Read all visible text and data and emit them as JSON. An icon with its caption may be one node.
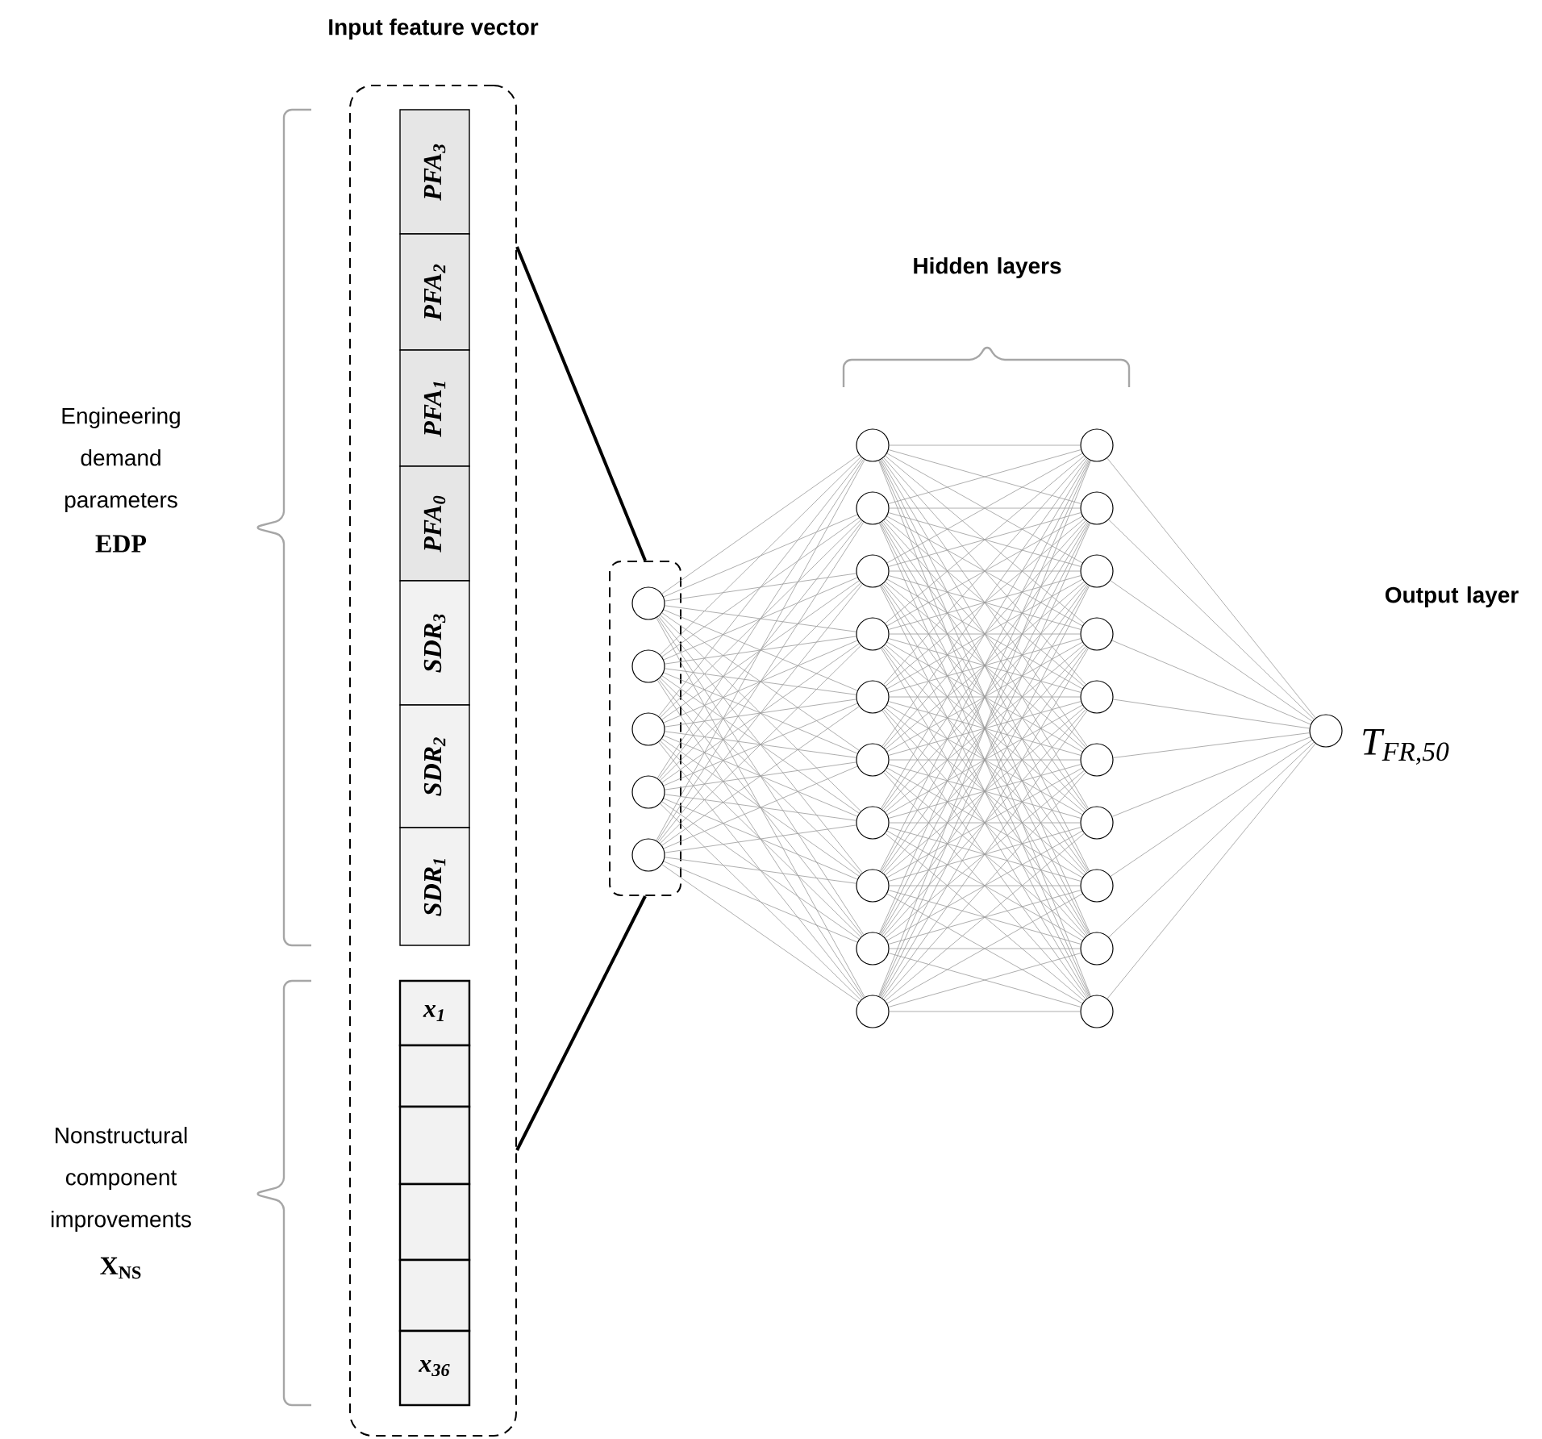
{
  "diagram": {
    "nodes": [
      {
        "text": [
          "Input feature vector"
        ]
      },
      {
        "text": [
          "PFA$_{3}$"
        ],
        "in": 0
      },
      {
        "text": [
          "PFA$_{2}$"
        ],
        "in": 0
      },
      {
        "text": [
          "PFA$_{1}$"
        ],
        "in": 0
      },
      {
        "text": [
          "PFA$_{0}$"
        ],
        "in": 0
      },
      {
        "text": [
          "SDR$_{3}$"
        ],
        "in": 0
      },
      {
        "text": [
          "SDR$_{2}$"
        ],
        "in": 0
      },
      {
        "text": [
          "SDR$_{1}$"
        ],
        "in": 0
      },
      {
        "text": [
          "x$_{1}$"
        ],
        "in": 0
      },
      {
        "text": [],
        "shape": "box",
        "in": 0
      },
      {
        "text": [],
        "shape": "box",
        "in": 0
      },
      {
        "text": [],
        "shape": "box",
        "in": 0
      },
      {
        "text": [],
        "shape": "box",
        "in": 0
      },
      {
        "text": [
          "x$_{36}$"
        ],
        "in": 0
      },
      {
        "text": [],
        "shape": "box"
      },
      {
        "text": [],
        "shape": "circle",
        "in": 14
      },
      {
        "text": [],
        "shape": "circle",
        "in": 14
      },
      {
        "text": [],
        "shape": "circle",
        "in": 14
      },
      {
        "text": [],
        "shape": "circle",
        "in": 14
      },
      {
        "text": [],
        "shape": "circle",
        "in": 14
      },
      {
        "text": [],
        "shape": "circle"
      },
      {
        "text": [],
        "shape": "circle"
      },
      {
        "text": [],
        "shape": "circle"
      },
      {
        "text": [],
        "shape": "circle"
      },
      {
        "text": [],
        "shape": "circle"
      },
      {
        "text": [],
        "shape": "circle"
      },
      {
        "text": [],
        "shape": "circle"
      },
      {
        "text": [],
        "shape": "circle"
      },
      {
        "text": [],
        "shape": "circle"
      },
      {
        "text": [],
        "shape": "circle"
      },
      {
        "text": [],
        "shape": "circle"
      },
      {
        "text": [],
        "shape": "circle"
      },
      {
        "text": [],
        "shape": "circle"
      },
      {
        "text": [],
        "shape": "circle"
      },
      {
        "text": [],
        "shape": "circle"
      },
      {
        "text": [],
        "shape": "circle"
      },
      {
        "text": [],
        "shape": "circle"
      },
      {
        "text": [],
        "shape": "circle"
      },
      {
        "text": [],
        "shape": "circle"
      },
      {
        "text": [],
        "shape": "circle"
      },
      {
        "text": [],
        "shape": "circle",
        "beside": [
          "T$_{FR,50}$"
        ]
      }
    ],
    "edges": [
      {
        "from": 0,
        "to": 14,
        "arrow": "none",
        "style": "thick",
        "color": "#000000"
      },
      {
        "from": 0,
        "to": 14,
        "arrow": "none",
        "style": "thick",
        "color": "#000000"
      },
      {
        "from": 15,
        "to": 20,
        "arrow": "none"
      },
      {
        "from": 15,
        "to": 21,
        "arrow": "none"
      },
      {
        "from": 15,
        "to": 22,
        "arrow": "none"
      },
      {
        "from": 15,
        "to": 23,
        "arrow": "none"
      },
      {
        "from": 15,
        "to": 24,
        "arrow": "none"
      },
      {
        "from": 15,
        "to": 25,
        "arrow": "none"
      },
      {
        "from": 15,
        "to": 26,
        "arrow": "none"
      },
      {
        "from": 15,
        "to": 27,
        "arrow": "none"
      },
      {
        "from": 15,
        "to": 28,
        "arrow": "none"
      },
      {
        "from": 15,
        "to": 29,
        "arrow": "none"
      },
      {
        "from": 16,
        "to": 20,
        "arrow": "none"
      },
      {
        "from": 16,
        "to": 21,
        "arrow": "none"
      },
      {
        "from": 16,
        "to": 22,
        "arrow": "none"
      },
      {
        "from": 16,
        "to": 23,
        "arrow": "none"
      },
      {
        "from": 16,
        "to": 24,
        "arrow": "none"
      },
      {
        "from": 16,
        "to": 25,
        "arrow": "none"
      },
      {
        "from": 16,
        "to": 26,
        "arrow": "none"
      },
      {
        "from": 16,
        "to": 27,
        "arrow": "none"
      },
      {
        "from": 16,
        "to": 28,
        "arrow": "none"
      },
      {
        "from": 16,
        "to": 29,
        "arrow": "none"
      },
      {
        "from": 17,
        "to": 20,
        "arrow": "none"
      },
      {
        "from": 17,
        "to": 21,
        "arrow": "none"
      },
      {
        "from": 17,
        "to": 22,
        "arrow": "none"
      },
      {
        "from": 17,
        "to": 23,
        "arrow": "none"
      },
      {
        "from": 17,
        "to": 24,
        "arrow": "none"
      },
      {
        "from": 17,
        "to": 25,
        "arrow": "none"
      },
      {
        "from": 17,
        "to": 26,
        "arrow": "none"
      },
      {
        "from": 17,
        "to": 27,
        "arrow": "none"
      },
      {
        "from": 17,
        "to": 28,
        "arrow": "none"
      },
      {
        "from": 17,
        "to": 29,
        "arrow": "none"
      },
      {
        "from": 18,
        "to": 20,
        "arrow": "none"
      },
      {
        "from": 18,
        "to": 21,
        "arrow": "none"
      },
      {
        "from": 18,
        "to": 22,
        "arrow": "none"
      },
      {
        "from": 18,
        "to": 23,
        "arrow": "none"
      },
      {
        "from": 18,
        "to": 24,
        "arrow": "none"
      },
      {
        "from": 18,
        "to": 25,
        "arrow": "none"
      },
      {
        "from": 18,
        "to": 26,
        "arrow": "none"
      },
      {
        "from": 18,
        "to": 27,
        "arrow": "none"
      },
      {
        "from": 18,
        "to": 28,
        "arrow": "none"
      },
      {
        "from": 18,
        "to": 29,
        "arrow": "none"
      },
      {
        "from": 19,
        "to": 20,
        "arrow": "none"
      },
      {
        "from": 19,
        "to": 21,
        "arrow": "none"
      },
      {
        "from": 19,
        "to": 22,
        "arrow": "none"
      },
      {
        "from": 19,
        "to": 23,
        "arrow": "none"
      },
      {
        "from": 19,
        "to": 24,
        "arrow": "none"
      },
      {
        "from": 19,
        "to": 25,
        "arrow": "none"
      },
      {
        "from": 19,
        "to": 26,
        "arrow": "none"
      },
      {
        "from": 19,
        "to": 27,
        "arrow": "none"
      },
      {
        "from": 19,
        "to": 28,
        "arrow": "none"
      },
      {
        "from": 19,
        "to": 29,
        "arrow": "none"
      },
      {
        "from": 20,
        "to": 30,
        "arrow": "none"
      },
      {
        "from": 20,
        "to": 31,
        "arrow": "none"
      },
      {
        "from": 20,
        "to": 32,
        "arrow": "none"
      },
      {
        "from": 20,
        "to": 33,
        "arrow": "none"
      },
      {
        "from": 20,
        "to": 34,
        "arrow": "none"
      },
      {
        "from": 20,
        "to": 35,
        "arrow": "none"
      },
      {
        "from": 20,
        "to": 36,
        "arrow": "none"
      },
      {
        "from": 20,
        "to": 37,
        "arrow": "none"
      },
      {
        "from": 20,
        "to": 38,
        "arrow": "none"
      },
      {
        "from": 20,
        "to": 39,
        "arrow": "none"
      },
      {
        "from": 21,
        "to": 30,
        "arrow": "none"
      },
      {
        "from": 21,
        "to": 31,
        "arrow": "none"
      },
      {
        "from": 21,
        "to": 32,
        "arrow": "none"
      },
      {
        "from": 21,
        "to": 33,
        "arrow": "none"
      },
      {
        "from": 21,
        "to": 34,
        "arrow": "none"
      },
      {
        "from": 21,
        "to": 35,
        "arrow": "none"
      },
      {
        "from": 21,
        "to": 36,
        "arrow": "none"
      },
      {
        "from": 21,
        "to": 37,
        "arrow": "none"
      },
      {
        "from": 21,
        "to": 38,
        "arrow": "none"
      },
      {
        "from": 21,
        "to": 39,
        "arrow": "none"
      },
      {
        "from": 22,
        "to": 30,
        "arrow": "none"
      },
      {
        "from": 22,
        "to": 31,
        "arrow": "none"
      },
      {
        "from": 22,
        "to": 32,
        "arrow": "none"
      },
      {
        "from": 22,
        "to": 33,
        "arrow": "none"
      },
      {
        "from": 22,
        "to": 34,
        "arrow": "none"
      },
      {
        "from": 22,
        "to": 35,
        "arrow": "none"
      },
      {
        "from": 22,
        "to": 36,
        "arrow": "none"
      },
      {
        "from": 22,
        "to": 37,
        "arrow": "none"
      },
      {
        "from": 22,
        "to": 38,
        "arrow": "none"
      },
      {
        "from": 22,
        "to": 39,
        "arrow": "none"
      },
      {
        "from": 23,
        "to": 30,
        "arrow": "none"
      },
      {
        "from": 23,
        "to": 31,
        "arrow": "none"
      },
      {
        "from": 23,
        "to": 32,
        "arrow": "none"
      },
      {
        "from": 23,
        "to": 33,
        "arrow": "none"
      },
      {
        "from": 23,
        "to": 34,
        "arrow": "none"
      },
      {
        "from": 23,
        "to": 35,
        "arrow": "none"
      },
      {
        "from": 23,
        "to": 36,
        "arrow": "none"
      },
      {
        "from": 23,
        "to": 37,
        "arrow": "none"
      },
      {
        "from": 23,
        "to": 38,
        "arrow": "none"
      },
      {
        "from": 23,
        "to": 39,
        "arrow": "none"
      },
      {
        "from": 24,
        "to": 30,
        "arrow": "none"
      },
      {
        "from": 24,
        "to": 31,
        "arrow": "none"
      },
      {
        "from": 24,
        "to": 32,
        "arrow": "none"
      },
      {
        "from": 24,
        "to": 33,
        "arrow": "none"
      },
      {
        "from": 24,
        "to": 34,
        "arrow": "none"
      },
      {
        "from": 24,
        "to": 35,
        "arrow": "none"
      },
      {
        "from": 24,
        "to": 36,
        "arrow": "none"
      },
      {
        "from": 24,
        "to": 37,
        "arrow": "none"
      },
      {
        "from": 24,
        "to": 38,
        "arrow": "none"
      },
      {
        "from": 24,
        "to": 39,
        "arrow": "none"
      },
      {
        "from": 25,
        "to": 30,
        "arrow": "none"
      },
      {
        "from": 25,
        "to": 31,
        "arrow": "none"
      },
      {
        "from": 25,
        "to": 32,
        "arrow": "none"
      },
      {
        "from": 25,
        "to": 33,
        "arrow": "none"
      },
      {
        "from": 25,
        "to": 34,
        "arrow": "none"
      },
      {
        "from": 25,
        "to": 35,
        "arrow": "none"
      },
      {
        "from": 25,
        "to": 36,
        "arrow": "none"
      },
      {
        "from": 25,
        "to": 37,
        "arrow": "none"
      },
      {
        "from": 25,
        "to": 38,
        "arrow": "none"
      },
      {
        "from": 25,
        "to": 39,
        "arrow": "none"
      },
      {
        "from": 26,
        "to": 30,
        "arrow": "none"
      },
      {
        "from": 26,
        "to": 31,
        "arrow": "none"
      },
      {
        "from": 26,
        "to": 32,
        "arrow": "none"
      },
      {
        "from": 26,
        "to": 33,
        "arrow": "none"
      },
      {
        "from": 26,
        "to": 34,
        "arrow": "none"
      },
      {
        "from": 26,
        "to": 35,
        "arrow": "none"
      },
      {
        "from": 26,
        "to": 36,
        "arrow": "none"
      },
      {
        "from": 26,
        "to": 37,
        "arrow": "none"
      },
      {
        "from": 26,
        "to": 38,
        "arrow": "none"
      },
      {
        "from": 26,
        "to": 39,
        "arrow": "none"
      },
      {
        "from": 27,
        "to": 30,
        "arrow": "none"
      },
      {
        "from": 27,
        "to": 31,
        "arrow": "none"
      },
      {
        "from": 27,
        "to": 32,
        "arrow": "none"
      },
      {
        "from": 27,
        "to": 33,
        "arrow": "none"
      },
      {
        "from": 27,
        "to": 34,
        "arrow": "none"
      },
      {
        "from": 27,
        "to": 35,
        "arrow": "none"
      },
      {
        "from": 27,
        "to": 36,
        "arrow": "none"
      },
      {
        "from": 27,
        "to": 37,
        "arrow": "none"
      },
      {
        "from": 27,
        "to": 38,
        "arrow": "none"
      },
      {
        "from": 27,
        "to": 39,
        "arrow": "none"
      },
      {
        "from": 28,
        "to": 30,
        "arrow": "none"
      },
      {
        "from": 28,
        "to": 31,
        "arrow": "none"
      },
      {
        "from": 28,
        "to": 32,
        "arrow": "none"
      },
      {
        "from": 28,
        "to": 33,
        "arrow": "none"
      },
      {
        "from": 28,
        "to": 34,
        "arrow": "none"
      },
      {
        "from": 28,
        "to": 35,
        "arrow": "none"
      },
      {
        "from": 28,
        "to": 36,
        "arrow": "none"
      },
      {
        "from": 28,
        "to": 37,
        "arrow": "none"
      },
      {
        "from": 28,
        "to": 38,
        "arrow": "none"
      },
      {
        "from": 28,
        "to": 39,
        "arrow": "none"
      },
      {
        "from": 29,
        "to": 30,
        "arrow": "none"
      },
      {
        "from": 29,
        "to": 31,
        "arrow": "none"
      },
      {
        "from": 29,
        "to": 32,
        "arrow": "none"
      },
      {
        "from": 29,
        "to": 33,
        "arrow": "none"
      },
      {
        "from": 29,
        "to": 34,
        "arrow": "none"
      },
      {
        "from": 29,
        "to": 35,
        "arrow": "none"
      },
      {
        "from": 29,
        "to": 36,
        "arrow": "none"
      },
      {
        "from": 29,
        "to": 37,
        "arrow": "none"
      },
      {
        "from": 29,
        "to": 38,
        "arrow": "none"
      },
      {
        "from": 29,
        "to": 39,
        "arrow": "none"
      },
      {
        "from": 30,
        "to": 40,
        "arrow": "none"
      },
      {
        "from": 31,
        "to": 40,
        "arrow": "none"
      },
      {
        "from": 32,
        "to": 40,
        "arrow": "none"
      },
      {
        "from": 33,
        "to": 40,
        "arrow": "none"
      },
      {
        "from": 34,
        "to": 40,
        "arrow": "none"
      },
      {
        "from": 35,
        "to": 40,
        "arrow": "none"
      },
      {
        "from": 36,
        "to": 40,
        "arrow": "none"
      },
      {
        "from": 37,
        "to": 40,
        "arrow": "none"
      },
      {
        "from": 38,
        "to": 40,
        "arrow": "none"
      },
      {
        "from": 39,
        "to": 40,
        "arrow": "none"
      }
    ],
    "labels": [
      "Engineering demand parameters",
      "EDP",
      "Nonstructural component improvements",
      "X$_{NS}$",
      "Hidden layers",
      "Output layer"
    ]
  }
}
